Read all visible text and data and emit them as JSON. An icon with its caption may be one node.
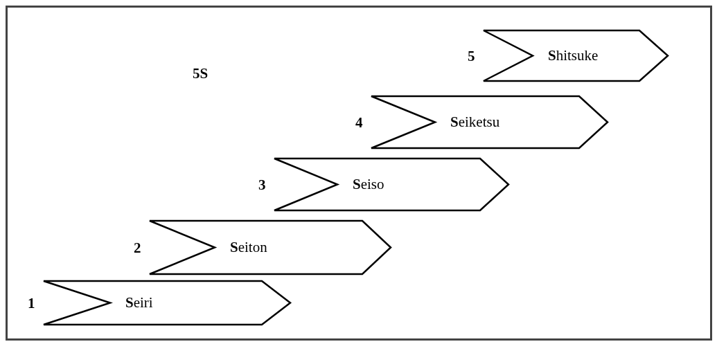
{
  "diagram": {
    "title": "5S",
    "nodes": [
      {
        "text": [
          "**S**eiri"
        ],
        "beside": [
          "1"
        ]
      },
      {
        "text": [
          "**S**eiton"
        ],
        "beside": [
          "2"
        ]
      },
      {
        "text": [
          "**S**eiso"
        ],
        "beside": [
          "3"
        ]
      },
      {
        "text": [
          "**S**eiketsu"
        ],
        "beside": [
          "4"
        ]
      },
      {
        "text": [
          "**S**hitsuke"
        ],
        "beside": [
          "5"
        ]
      }
    ]
  }
}
